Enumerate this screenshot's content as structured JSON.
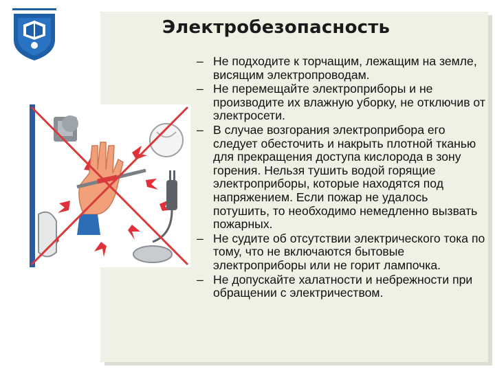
{
  "title": "Электробезопасность",
  "rules": [
    "Не подходите к торчащим, лежащим на земле, висящим электропроводам.",
    "Не перемещайте электроприборы и не производите их влажную уборку, не отключив от электросети.",
    "В случае возгорания электроприбора его следует обесточить и накрыть плотной тканью для прекращения доступа кислорода в зону горения. Нельзя тушить водой горящие электроприборы, которые находятся под напряжением. Если пожар не удалось потушить, то необходимо немедленно вызвать пожарных.",
    "Не судите об отсутствии электрического тока по тому, что не включаются бытовые электроприборы или не горит лампочка.",
    "Не допускайте халатности и небрежности при обращении с электричеством."
  ],
  "colors": {
    "panel": "#eef1e3",
    "logo_blue": "#1f5fa8",
    "cross_red": "#d93a3a",
    "spark_red": "#e0303a",
    "frame_blue": "#2c5aa0"
  },
  "icons": {
    "logo": "university-shield-logo",
    "illustration": "electrical-hazard-prohibition-picture"
  }
}
